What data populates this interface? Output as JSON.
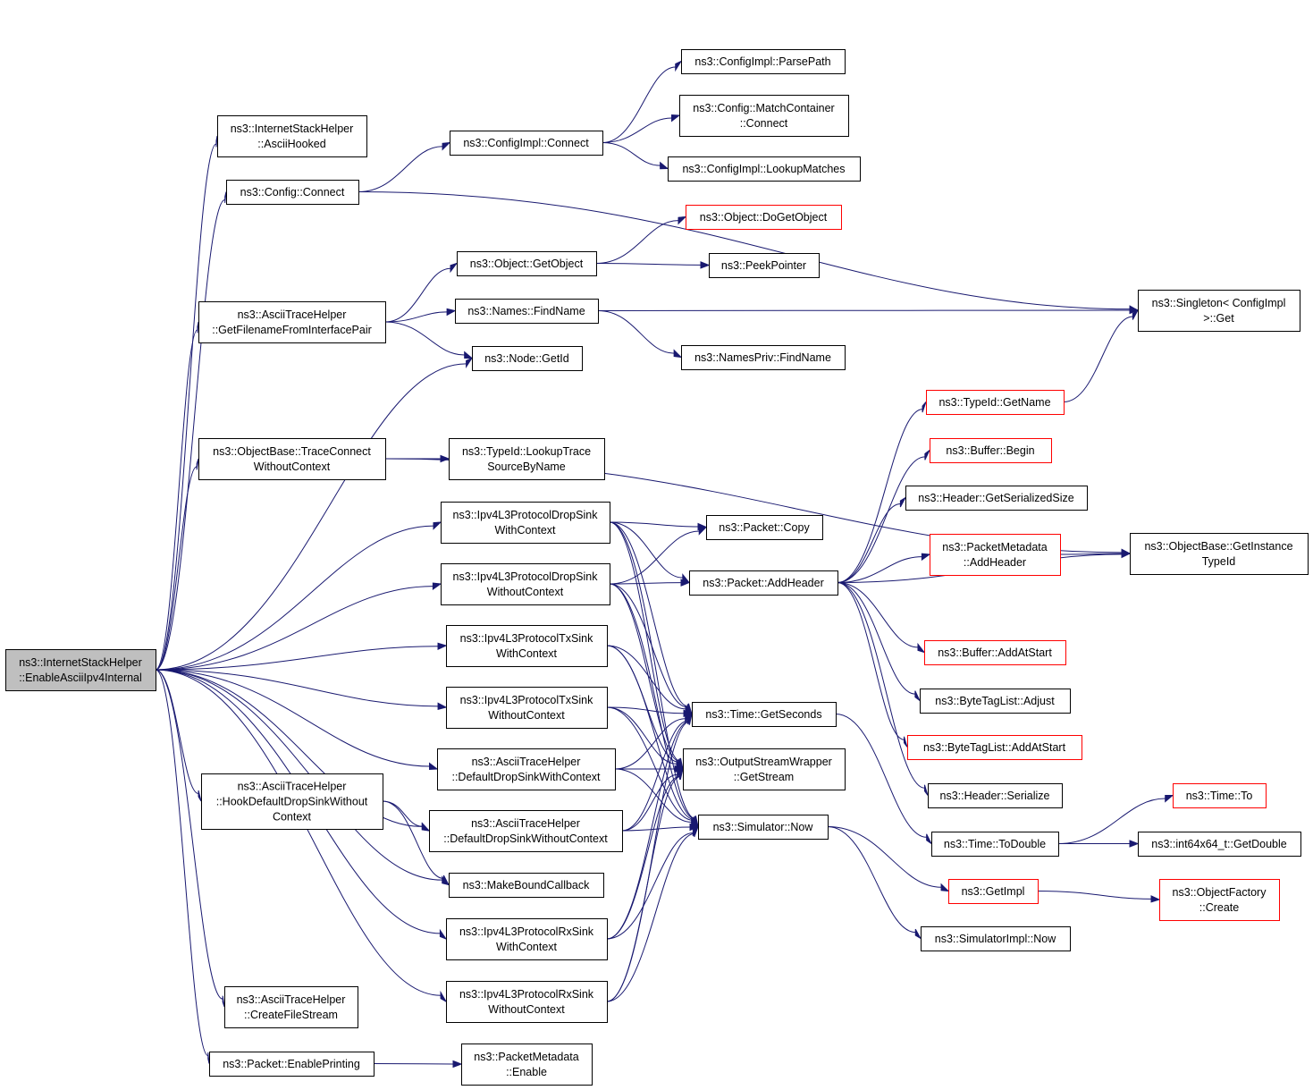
{
  "diagram": {
    "type": "call-graph",
    "colors": {
      "edge": "#191970",
      "node_border": "#000000",
      "node_border_external": "#ff0000",
      "root_fill": "#bfbfbf"
    },
    "nodes": [
      {
        "id": "root",
        "lines": [
          "ns3::InternetStackHelper",
          "::EnableAsciiIpv4Internal"
        ],
        "style": "root"
      },
      {
        "id": "ishAsciiHooked",
        "lines": [
          "ns3::InternetStackHelper",
          "::AsciiHooked"
        ]
      },
      {
        "id": "configConnect",
        "lines": [
          "ns3::Config::Connect"
        ]
      },
      {
        "id": "configImplConnect",
        "lines": [
          "ns3::ConfigImpl::Connect"
        ]
      },
      {
        "id": "parsePath",
        "lines": [
          "ns3::ConfigImpl::ParsePath"
        ]
      },
      {
        "id": "matchContainer",
        "lines": [
          "ns3::Config::MatchContainer",
          "::Connect"
        ]
      },
      {
        "id": "lookupMatches",
        "lines": [
          "ns3::ConfigImpl::LookupMatches"
        ]
      },
      {
        "id": "doGetObject",
        "lines": [
          "ns3::Object::DoGetObject"
        ],
        "style": "red"
      },
      {
        "id": "getObject",
        "lines": [
          "ns3::Object::GetObject"
        ]
      },
      {
        "id": "peekPointer",
        "lines": [
          "ns3::PeekPointer"
        ]
      },
      {
        "id": "getFilename",
        "lines": [
          "ns3::AsciiTraceHelper",
          "::GetFilenameFromInterfacePair"
        ]
      },
      {
        "id": "namesFind",
        "lines": [
          "ns3::Names::FindName"
        ]
      },
      {
        "id": "singletonGet",
        "lines": [
          "ns3::Singleton< ConfigImpl",
          ">::Get"
        ]
      },
      {
        "id": "nodeGetId",
        "lines": [
          "ns3::Node::GetId"
        ]
      },
      {
        "id": "namesPrivFind",
        "lines": [
          "ns3::NamesPriv::FindName"
        ]
      },
      {
        "id": "typeIdGetName",
        "lines": [
          "ns3::TypeId::GetName"
        ],
        "style": "red"
      },
      {
        "id": "traceConnect",
        "lines": [
          "ns3::ObjectBase::TraceConnect",
          "WithoutContext"
        ]
      },
      {
        "id": "lookupTrace",
        "lines": [
          "ns3::TypeId::LookupTrace",
          "SourceByName"
        ]
      },
      {
        "id": "bufferBegin",
        "lines": [
          "ns3::Buffer::Begin"
        ],
        "style": "red"
      },
      {
        "id": "headerSize",
        "lines": [
          "ns3::Header::GetSerializedSize"
        ]
      },
      {
        "id": "dropSinkCtx",
        "lines": [
          "ns3::Ipv4L3ProtocolDropSink",
          "WithContext"
        ]
      },
      {
        "id": "packetCopy",
        "lines": [
          "ns3::Packet::Copy"
        ]
      },
      {
        "id": "pmAddHeader",
        "lines": [
          "ns3::PacketMetadata",
          "::AddHeader"
        ],
        "style": "red"
      },
      {
        "id": "getInstanceTypeId",
        "lines": [
          "ns3::ObjectBase::GetInstance",
          "TypeId"
        ]
      },
      {
        "id": "dropSinkNoCtx",
        "lines": [
          "ns3::Ipv4L3ProtocolDropSink",
          "WithoutContext"
        ]
      },
      {
        "id": "packetAddHeader",
        "lines": [
          "ns3::Packet::AddHeader"
        ]
      },
      {
        "id": "txSinkCtx",
        "lines": [
          "ns3::Ipv4L3ProtocolTxSink",
          "WithContext"
        ]
      },
      {
        "id": "bufferAddAtStart",
        "lines": [
          "ns3::Buffer::AddAtStart"
        ],
        "style": "red"
      },
      {
        "id": "txSinkNoCtx",
        "lines": [
          "ns3::Ipv4L3ProtocolTxSink",
          "WithoutContext"
        ]
      },
      {
        "id": "timeGetSeconds",
        "lines": [
          "ns3::Time::GetSeconds"
        ]
      },
      {
        "id": "byteTagAdjust",
        "lines": [
          "ns3::ByteTagList::Adjust"
        ]
      },
      {
        "id": "defDropCtx",
        "lines": [
          "ns3::AsciiTraceHelper",
          "::DefaultDropSinkWithContext"
        ]
      },
      {
        "id": "oswGetStream",
        "lines": [
          "ns3::OutputStreamWrapper",
          "::GetStream"
        ]
      },
      {
        "id": "byteTagAddAtStart",
        "lines": [
          "ns3::ByteTagList::AddAtStart"
        ],
        "style": "red"
      },
      {
        "id": "hookDefault",
        "lines": [
          "ns3::AsciiTraceHelper",
          "::HookDefaultDropSinkWithout",
          "Context"
        ]
      },
      {
        "id": "headerSerialize",
        "lines": [
          "ns3::Header::Serialize"
        ]
      },
      {
        "id": "timeTo",
        "lines": [
          "ns3::Time::To"
        ],
        "style": "red"
      },
      {
        "id": "defDropNoCtx",
        "lines": [
          "ns3::AsciiTraceHelper",
          "::DefaultDropSinkWithoutContext"
        ]
      },
      {
        "id": "simNow",
        "lines": [
          "ns3::Simulator::Now"
        ]
      },
      {
        "id": "timeToDouble",
        "lines": [
          "ns3::Time::ToDouble"
        ]
      },
      {
        "id": "int64GetDouble",
        "lines": [
          "ns3::int64x64_t::GetDouble"
        ]
      },
      {
        "id": "makeBound",
        "lines": [
          "ns3::MakeBoundCallback"
        ]
      },
      {
        "id": "getImpl",
        "lines": [
          "ns3::GetImpl"
        ],
        "style": "red"
      },
      {
        "id": "objFactoryCreate",
        "lines": [
          "ns3::ObjectFactory",
          "::Create"
        ],
        "style": "red"
      },
      {
        "id": "rxSinkCtx",
        "lines": [
          "ns3::Ipv4L3ProtocolRxSink",
          "WithContext"
        ]
      },
      {
        "id": "simImplNow",
        "lines": [
          "ns3::SimulatorImpl::Now"
        ]
      },
      {
        "id": "rxSinkNoCtx",
        "lines": [
          "ns3::Ipv4L3ProtocolRxSink",
          "WithoutContext"
        ]
      },
      {
        "id": "createFileStream",
        "lines": [
          "ns3::AsciiTraceHelper",
          "::CreateFileStream"
        ]
      },
      {
        "id": "enablePrinting",
        "lines": [
          "ns3::Packet::EnablePrinting"
        ]
      },
      {
        "id": "pmEnable",
        "lines": [
          "ns3::PacketMetadata",
          "::Enable"
        ]
      }
    ],
    "edges": [
      [
        "root",
        "ishAsciiHooked"
      ],
      [
        "root",
        "configConnect"
      ],
      [
        "root",
        "getFilename"
      ],
      [
        "root",
        "nodeGetId"
      ],
      [
        "root",
        "traceConnect"
      ],
      [
        "root",
        "dropSinkCtx"
      ],
      [
        "root",
        "dropSinkNoCtx"
      ],
      [
        "root",
        "txSinkCtx"
      ],
      [
        "root",
        "txSinkNoCtx"
      ],
      [
        "root",
        "defDropCtx"
      ],
      [
        "root",
        "hookDefault"
      ],
      [
        "root",
        "defDropNoCtx"
      ],
      [
        "root",
        "makeBound"
      ],
      [
        "root",
        "rxSinkCtx"
      ],
      [
        "root",
        "rxSinkNoCtx"
      ],
      [
        "root",
        "createFileStream"
      ],
      [
        "root",
        "enablePrinting"
      ],
      [
        "configConnect",
        "configImplConnect"
      ],
      [
        "configConnect",
        "singletonGet"
      ],
      [
        "configImplConnect",
        "parsePath"
      ],
      [
        "configImplConnect",
        "matchContainer"
      ],
      [
        "configImplConnect",
        "lookupMatches"
      ],
      [
        "getObject",
        "doGetObject"
      ],
      [
        "getObject",
        "peekPointer"
      ],
      [
        "getFilename",
        "getObject"
      ],
      [
        "getFilename",
        "namesFind"
      ],
      [
        "getFilename",
        "nodeGetId"
      ],
      [
        "namesFind",
        "singletonGet"
      ],
      [
        "namesFind",
        "namesPrivFind"
      ],
      [
        "traceConnect",
        "lookupTrace"
      ],
      [
        "traceConnect",
        "getInstanceTypeId"
      ],
      [
        "typeIdGetName",
        "singletonGet"
      ],
      [
        "dropSinkCtx",
        "packetCopy"
      ],
      [
        "dropSinkCtx",
        "packetAddHeader"
      ],
      [
        "dropSinkCtx",
        "timeGetSeconds"
      ],
      [
        "dropSinkCtx",
        "oswGetStream"
      ],
      [
        "dropSinkCtx",
        "simNow"
      ],
      [
        "dropSinkNoCtx",
        "packetCopy"
      ],
      [
        "dropSinkNoCtx",
        "packetAddHeader"
      ],
      [
        "dropSinkNoCtx",
        "timeGetSeconds"
      ],
      [
        "dropSinkNoCtx",
        "oswGetStream"
      ],
      [
        "dropSinkNoCtx",
        "simNow"
      ],
      [
        "txSinkCtx",
        "timeGetSeconds"
      ],
      [
        "txSinkCtx",
        "oswGetStream"
      ],
      [
        "txSinkCtx",
        "simNow"
      ],
      [
        "txSinkNoCtx",
        "timeGetSeconds"
      ],
      [
        "txSinkNoCtx",
        "oswGetStream"
      ],
      [
        "txSinkNoCtx",
        "simNow"
      ],
      [
        "defDropCtx",
        "timeGetSeconds"
      ],
      [
        "defDropCtx",
        "oswGetStream"
      ],
      [
        "defDropCtx",
        "simNow"
      ],
      [
        "hookDefault",
        "defDropNoCtx"
      ],
      [
        "hookDefault",
        "makeBound"
      ],
      [
        "defDropNoCtx",
        "timeGetSeconds"
      ],
      [
        "defDropNoCtx",
        "oswGetStream"
      ],
      [
        "defDropNoCtx",
        "simNow"
      ],
      [
        "rxSinkCtx",
        "timeGetSeconds"
      ],
      [
        "rxSinkCtx",
        "oswGetStream"
      ],
      [
        "rxSinkCtx",
        "simNow"
      ],
      [
        "rxSinkNoCtx",
        "timeGetSeconds"
      ],
      [
        "rxSinkNoCtx",
        "oswGetStream"
      ],
      [
        "rxSinkNoCtx",
        "simNow"
      ],
      [
        "packetAddHeader",
        "typeIdGetName"
      ],
      [
        "packetAddHeader",
        "bufferBegin"
      ],
      [
        "packetAddHeader",
        "headerSize"
      ],
      [
        "packetAddHeader",
        "pmAddHeader"
      ],
      [
        "packetAddHeader",
        "getInstanceTypeId"
      ],
      [
        "packetAddHeader",
        "bufferAddAtStart"
      ],
      [
        "packetAddHeader",
        "byteTagAdjust"
      ],
      [
        "packetAddHeader",
        "byteTagAddAtStart"
      ],
      [
        "packetAddHeader",
        "headerSerialize"
      ],
      [
        "pmAddHeader",
        "getInstanceTypeId"
      ],
      [
        "timeGetSeconds",
        "timeToDouble"
      ],
      [
        "timeToDouble",
        "timeTo"
      ],
      [
        "timeToDouble",
        "int64GetDouble"
      ],
      [
        "simNow",
        "getImpl"
      ],
      [
        "simNow",
        "simImplNow"
      ],
      [
        "getImpl",
        "objFactoryCreate"
      ],
      [
        "enablePrinting",
        "pmEnable"
      ]
    ]
  }
}
